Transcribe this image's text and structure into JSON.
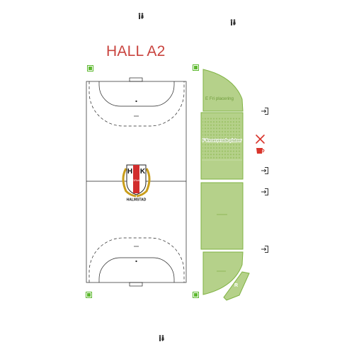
{
  "title": "HALL A2",
  "sections": {
    "e": {
      "label": "E Fri placering"
    },
    "f": {
      "label": "F Reserverade platser"
    },
    "r": {
      "label": "R"
    }
  },
  "club_logo": {
    "letters": [
      "H",
      "K"
    ],
    "band_text": "DRott",
    "bottom_text": "HALMSTAD"
  },
  "colors": {
    "title": "#c9443f",
    "section_fill": "#b5d18a",
    "section_stroke": "#7fb241",
    "emergency_green": "#5cb82e",
    "restaurant_red": "#d9352c",
    "court_line": "#222222"
  },
  "icons": {
    "restaurant": "cutlery-icon",
    "cafe": "coffee-cup-icon",
    "exit": "exit-door-icon",
    "toilet": "toilet-icon",
    "emergency": "emergency-exit-icon"
  }
}
